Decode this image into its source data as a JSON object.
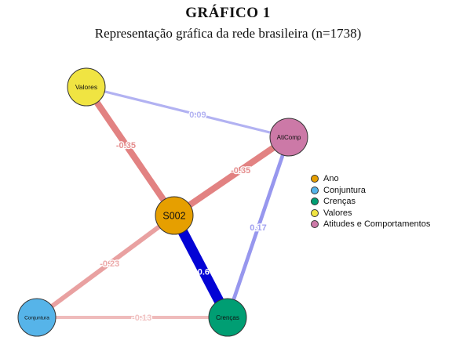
{
  "title": "GRÁFICO 1",
  "subtitle": "Representação gráfica da rede brasileira (n=1738)",
  "graph": {
    "nodes": [
      {
        "id": "S002",
        "label": "S002",
        "group": "ano",
        "color": "#E69F00"
      },
      {
        "id": "Valores",
        "label": "Valores",
        "group": "valores",
        "color": "#F0E442"
      },
      {
        "id": "AtiComp",
        "label": "AtiComp",
        "group": "atitudes",
        "color": "#CC79A7"
      },
      {
        "id": "Conjuntura",
        "label": "Conjuntura",
        "group": "conjuntura",
        "color": "#56B4E9"
      },
      {
        "id": "Crencas",
        "label": "Crenças",
        "group": "crencas",
        "color": "#009E73"
      }
    ],
    "edges": [
      {
        "source": "Valores",
        "target": "S002",
        "weight": -0.35,
        "label": "-0.35"
      },
      {
        "source": "AtiComp",
        "target": "S002",
        "weight": -0.35,
        "label": "-0.35"
      },
      {
        "source": "S002",
        "target": "Crencas",
        "weight": 0.6,
        "label": "0.6"
      },
      {
        "source": "S002",
        "target": "Conjuntura",
        "weight": -0.23,
        "label": "-0.23"
      },
      {
        "source": "Conjuntura",
        "target": "Crencas",
        "weight": -0.13,
        "label": "-0.13"
      },
      {
        "source": "AtiComp",
        "target": "Crencas",
        "weight": 0.17,
        "label": "0.17"
      },
      {
        "source": "Valores",
        "target": "AtiComp",
        "weight": 0.09,
        "label": "0.09"
      }
    ],
    "edge_colors": {
      "positive": "#0000D5",
      "negative": "#D33F3F"
    }
  },
  "legend": [
    {
      "label": "Ano",
      "color": "#E69F00"
    },
    {
      "label": "Conjuntura",
      "color": "#56B4E9"
    },
    {
      "label": "Crenças",
      "color": "#009E73"
    },
    {
      "label": "Valores",
      "color": "#F0E442"
    },
    {
      "label": "Atitudes e Comportamentos",
      "color": "#CC79A7"
    }
  ]
}
